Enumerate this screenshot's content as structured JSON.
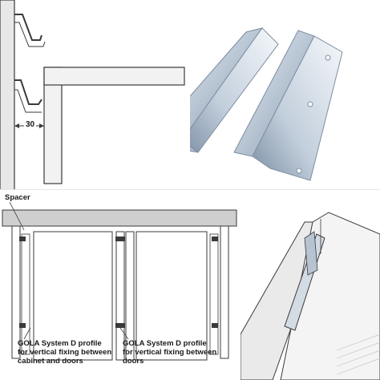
{
  "detail": {
    "dimension": "30"
  },
  "section": {
    "spacer_label": "Spacer",
    "profile_label_left": [
      "GOLA System D profile",
      "for vertical fixing between",
      "cabinet and doors"
    ],
    "profile_label_right": [
      "GOLA System D profile",
      "for vertical fixing between",
      "doors"
    ]
  },
  "colors": {
    "line": "#3a3a3a",
    "metal_light": "#d9e1ea",
    "metal_dark": "#8fa0b3",
    "worktop": "#cfcfcf"
  },
  "icons": [
    "spacer-bracket-pair",
    "gola-profile-section"
  ]
}
